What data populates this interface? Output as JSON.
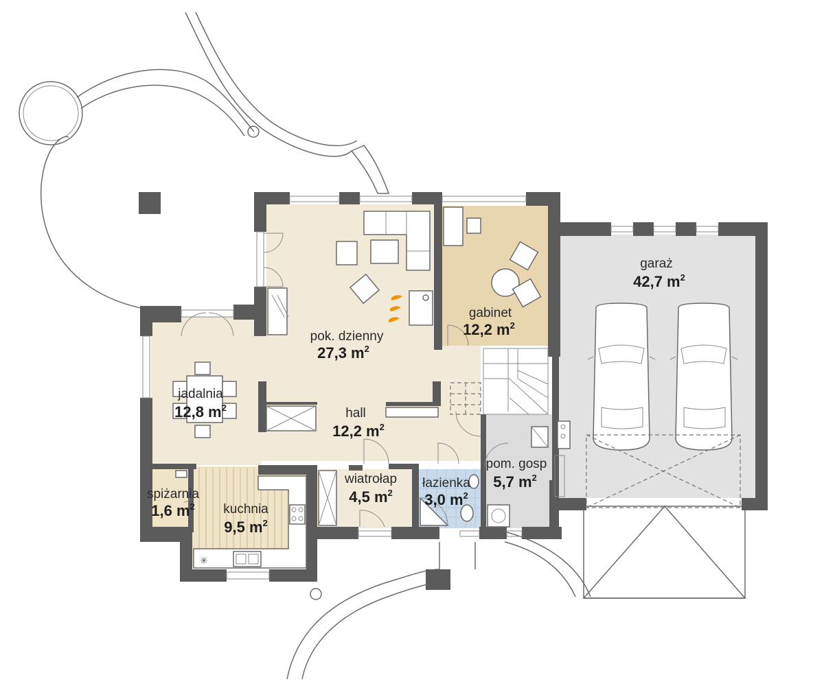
{
  "rooms": [
    {
      "id": "pok-dzienny",
      "name": "pok. dzienny",
      "area": "27,3 m",
      "unit_sup": "2"
    },
    {
      "id": "gabinet",
      "name": "gabinet",
      "area": "12,2 m",
      "unit_sup": "2"
    },
    {
      "id": "garaz",
      "name": "garaż",
      "area": "42,7 m",
      "unit_sup": "2"
    },
    {
      "id": "jadalnia",
      "name": "jadalnia",
      "area": "12,8 m",
      "unit_sup": "2"
    },
    {
      "id": "hall",
      "name": "hall",
      "area": "12,2 m",
      "unit_sup": "2"
    },
    {
      "id": "spizarnia",
      "name": "spiżarnia",
      "area": "1,6 m",
      "unit_sup": "2"
    },
    {
      "id": "kuchnia",
      "name": "kuchnia",
      "area": "9,5 m",
      "unit_sup": "2"
    },
    {
      "id": "wiatrolap",
      "name": "wiatrołap",
      "area": "4,5 m",
      "unit_sup": "2"
    },
    {
      "id": "lazienka",
      "name": "łazienka",
      "area": "3,0 m",
      "unit_sup": "2"
    },
    {
      "id": "pom-gosp",
      "name": "pom. gosp",
      "area": "5,7 m",
      "unit_sup": "2"
    }
  ],
  "colors": {
    "living_floor": "#f2ead9",
    "study_floor": "#e8d6b0",
    "garage_floor": "#e2e2e2",
    "bath_floor": "#c9dbea",
    "utility_floor": "#dcdcdc",
    "kitchen_floor": "#efe4c8",
    "wall": "#5b5b5b",
    "fire": "#f39200"
  },
  "icons": [
    "fireplace-flame-icon",
    "car-icon",
    "stove-icon",
    "sink-icon",
    "toilet-icon",
    "shower-icon",
    "washing-machine-icon",
    "boiler-icon"
  ]
}
